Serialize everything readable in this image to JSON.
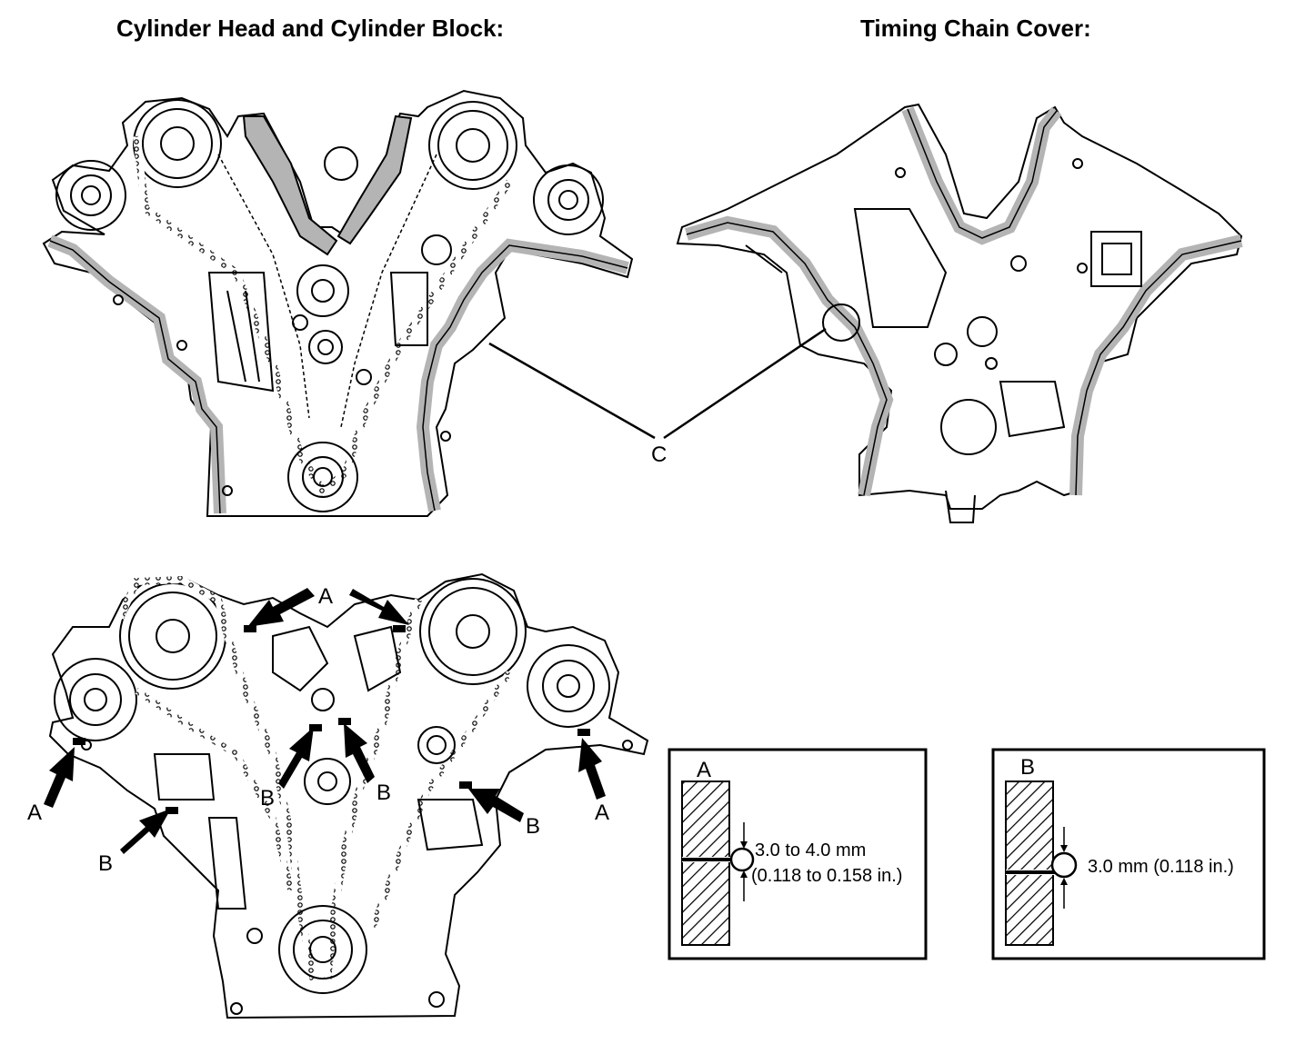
{
  "titles": {
    "left": "Cylinder Head and Cylinder Block:",
    "right": "Timing Chain Cover:"
  },
  "labels": {
    "a": "A",
    "b": "B",
    "c": "C"
  },
  "detail_a": {
    "letter": "A",
    "spec_line1": "3.0 to 4.0 mm",
    "spec_line2": "(0.118 to 0.158 in.)"
  },
  "detail_b": {
    "letter": "B",
    "spec": "3.0 mm (0.118 in.)"
  },
  "colors": {
    "sealant_gray": "#b4b4b4",
    "line": "#000000"
  }
}
